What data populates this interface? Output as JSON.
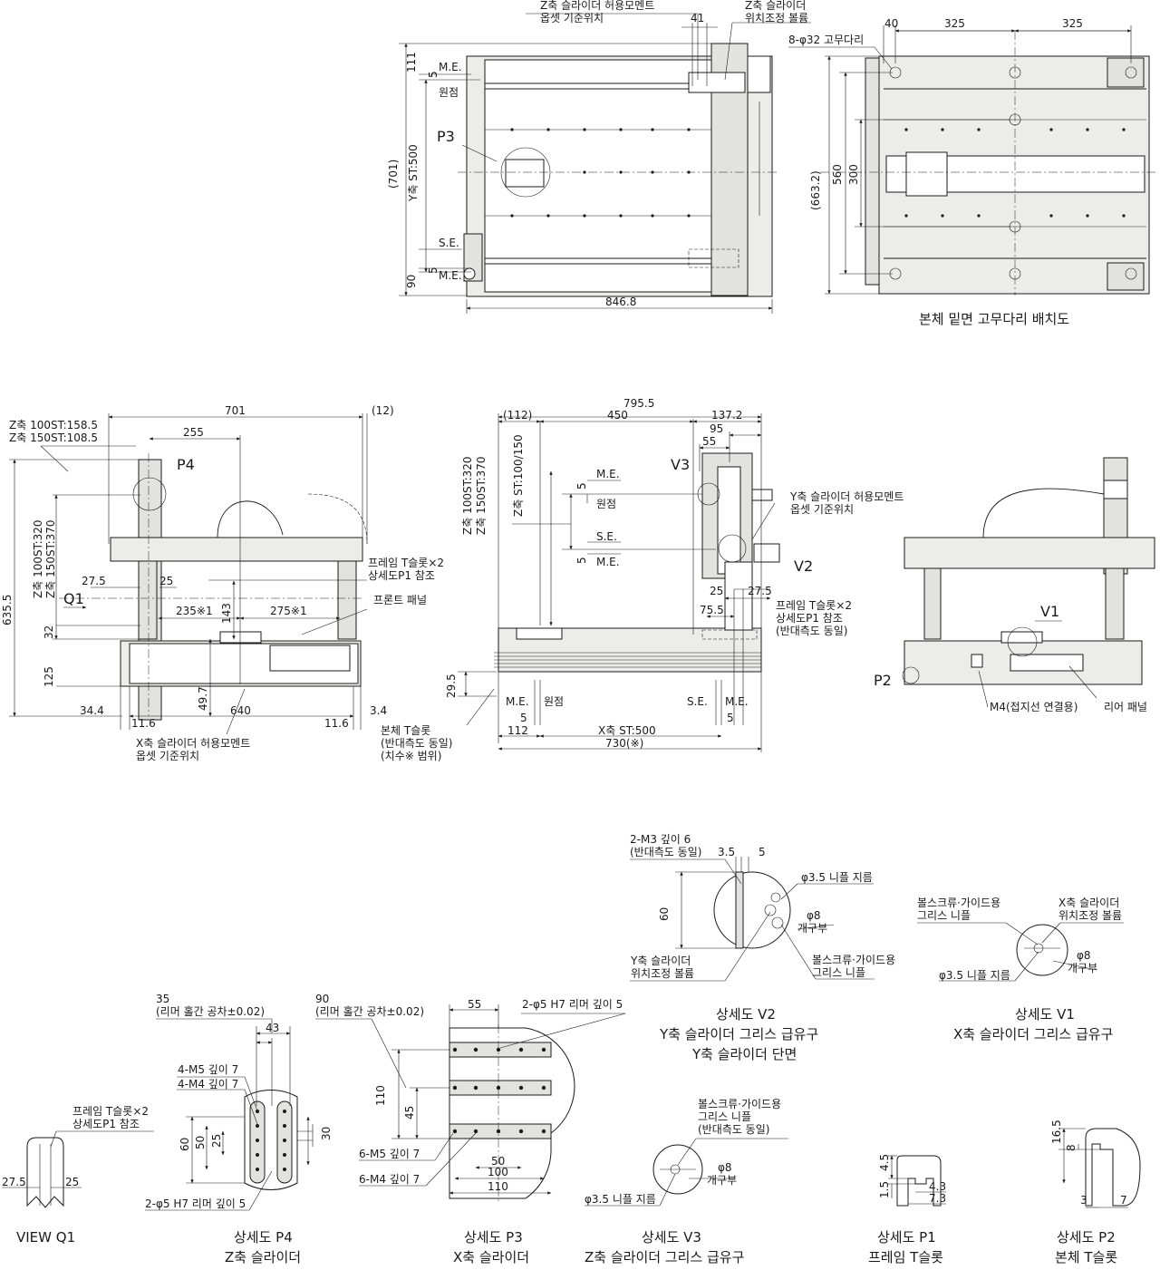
{
  "top_view": {
    "labels": {
      "z_moment_ref": [
        "Z축 슬라이더 허용모멘트",
        "옵셋 기준위치"
      ],
      "z_adjust_bolt": [
        "Z축 슬라이더",
        "위치조정 볼륨"
      ],
      "p3": "P3",
      "me_top": "M.E.",
      "origin": "원점",
      "se": "S.E.",
      "me_bottom": "M.E."
    },
    "dims": {
      "d111": "111",
      "d5a": "5",
      "d701": "(701)",
      "y_st": "Y축 ST:500",
      "d5b": "5",
      "d90": "90",
      "d41": "41",
      "d846": "846.8"
    }
  },
  "bottom_view": {
    "caption": "본체 밑면 고무다리 배치도",
    "labels": {
      "rubber": "8-φ32 고무다리"
    },
    "dims": {
      "d40": "40",
      "d325a": "325",
      "d325b": "325",
      "d663": "(663.2)",
      "d560": "560",
      "d300": "300"
    }
  },
  "side_left": {
    "labels": {
      "z100": "Z축 100ST:158.5",
      "z150": "Z축 150ST:108.5",
      "p4": "P4",
      "zst_320": "Z축 100ST:320",
      "zst_370": "Z축 150ST:370",
      "q1": "Q1",
      "frame_tslot": [
        "프레임 T슬롯×2",
        "상세도P1 참조"
      ],
      "front_panel": "프론트 패널",
      "x_moment_ref": [
        "X축 슬라이더 허용모멘트",
        "옵셋 기준위치"
      ]
    },
    "dims": {
      "d701": "701",
      "d12": "(12)",
      "d255": "255",
      "d635": "635.5",
      "d275a": "27.5",
      "d25": "25",
      "d143": "143",
      "d235": "235※1",
      "d275b": "275※1",
      "d32": "32",
      "d125": "125",
      "d497": "49.7",
      "d344": "34.4",
      "d640": "640",
      "d34": "3.4",
      "d116a": "11.6",
      "d116b": "11.6"
    }
  },
  "side_mid": {
    "labels": {
      "v3": "V3",
      "v2": "V2",
      "me_top": "M.E.",
      "origin_top": "원점",
      "se": "S.E.",
      "me_mid": "M.E.",
      "y_moment_ref": [
        "Y축 슬라이더 허용모멘트",
        "옵셋 기준위치"
      ],
      "frame_tslot": [
        "프레임 T슬롯×2",
        "상세도P1 참조",
        "(반대측도 동일)"
      ],
      "body_tslot": [
        "본체 T슬롯",
        "(반대측도 동일)",
        "(치수※ 범위)"
      ],
      "zst_320": "Z축 100ST:320",
      "zst_370": "Z축 150ST:370",
      "z_st": "Z축 ST:100/150",
      "me_bl": "M.E.",
      "origin_bl": "원점",
      "se_br": "S.E.",
      "me_br": "M.E."
    },
    "dims": {
      "d7955": "795.5",
      "d112a": "(112)",
      "d450": "450",
      "d1372": "137.2",
      "d95": "95",
      "d55": "55",
      "d5a": "5",
      "d5b": "5",
      "d25": "25",
      "d275": "27.5",
      "d755": "75.5",
      "d295": "29.5",
      "d5c": "5",
      "d5d": "5",
      "d112b": "112",
      "x_st": "X축 ST:500",
      "d730": "730(※)"
    }
  },
  "side_right": {
    "labels": {
      "v1": "V1",
      "p2": "P2",
      "m4": "M4(접지선 연결용)",
      "rear_panel": "리어 패널"
    }
  },
  "details": {
    "v2": {
      "caption": [
        "상세도 V2",
        "Y축 슬라이더 그리스 급유구",
        "Y축 슬라이더 단면"
      ],
      "labels": {
        "m3": [
          "2-M3 깊이 6",
          "(반대측도 동일)"
        ],
        "d35": "3.5",
        "d5": "5",
        "d60": "60",
        "nipple": "φ3.5 니플 지름",
        "phi8": "φ8",
        "opening": "개구부",
        "adjust": [
          "Y축 슬라이더",
          "위치조정 볼륨"
        ],
        "grease": [
          "볼스크류·가이드용",
          "그리스 니플"
        ]
      }
    },
    "v1": {
      "caption": [
        "상세도 V1",
        "X축 슬라이더 그리스 급유구"
      ],
      "labels": {
        "grease": [
          "볼스크류·가이드용",
          "그리스 니플"
        ],
        "adjust": [
          "X축 슬라이더",
          "위치조정 볼륨"
        ],
        "phi8": "φ8",
        "opening": "개구부",
        "nipple": "φ3.5 니플 지름"
      }
    },
    "q1": {
      "caption": [
        "VIEW Q1"
      ],
      "labels": {
        "frame": [
          "프레임 T슬롯×2",
          "상세도P1 참조"
        ],
        "d275": "27.5",
        "d25": "25"
      }
    },
    "p4": {
      "caption": [
        "상세도 P4",
        "Z축 슬라이더"
      ],
      "labels": {
        "d35": [
          "35",
          "(리머 홀간 공차±0.02)"
        ],
        "d43": "43",
        "m5": "4-M5 깊이 7",
        "m4": "4-M4 깊이 7",
        "d60": "60",
        "d50": "50",
        "d25": "25",
        "d30": "30",
        "reamer": "2-φ5 H7 리머 깊이 5"
      }
    },
    "p3": {
      "caption": [
        "상세도 P3",
        "X축 슬라이더"
      ],
      "labels": {
        "d90": [
          "90",
          "(리머 홀간 공차±0.02)"
        ],
        "d55": "55",
        "reamer": "2-φ5 H7 리머 깊이 5",
        "d110v": "110",
        "d45": "45",
        "m5": "6-M5 깊이 7",
        "m4": "6-M4 깊이 7",
        "d50": "50",
        "d100": "100",
        "d110h": "110"
      }
    },
    "v3": {
      "caption": [
        "상세도 V3",
        "Z축 슬라이더 그리스 급유구"
      ],
      "labels": {
        "grease": [
          "볼스크류·가이드용",
          "그리스 니플",
          "(반대측도 동일)"
        ],
        "phi8": "φ8",
        "opening": "개구부",
        "nipple": "φ3.5 니플 지름"
      }
    },
    "p1": {
      "caption": [
        "상세도 P1",
        "프레임 T슬롯"
      ],
      "labels": {
        "d45": "4.5",
        "d15": "1.5",
        "d43": "4.3",
        "d73": "7.3"
      }
    },
    "p2": {
      "caption": [
        "상세도 P2",
        "본체 T슬롯"
      ],
      "labels": {
        "d165": "16.5",
        "d8": "8",
        "d3": "3",
        "d7": "7"
      }
    }
  }
}
